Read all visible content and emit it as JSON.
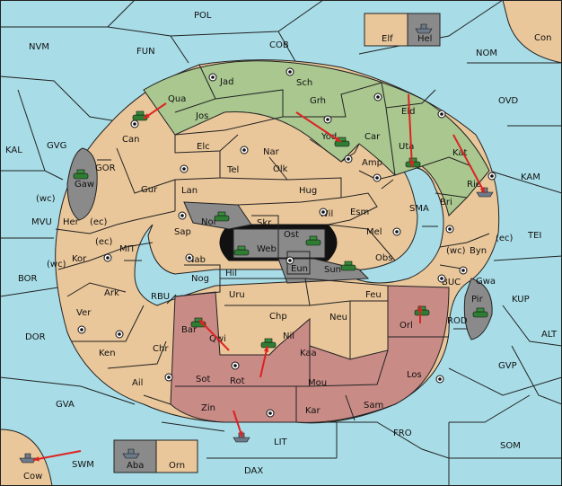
{
  "title": "",
  "colors": {
    "sea": "#a8dde8",
    "land": "#eac79a",
    "green": "#a9c78f",
    "rose": "#c98b86",
    "grey": "#8a8a8a",
    "orders": "#d22222"
  },
  "sea_labels": {
    "POL": "POL",
    "NVM": "NVM",
    "FUN": "FUN",
    "COB": "COB",
    "NOM": "NOM",
    "OVD": "OVD",
    "KAL": "KAL",
    "GVG": "GVG",
    "GOR": "GOR",
    "KAM": "KAM",
    "MVU": "MVU",
    "SMA": "SMA",
    "TEI": "TEI",
    "MIT": "MIT",
    "BOR": "BOR",
    "RBU": "RBU",
    "BUC": "BUC",
    "KUP": "KUP",
    "ROD": "ROD",
    "DOR": "DOR",
    "ALT": "ALT",
    "GVP": "GVP",
    "GVA": "GVA",
    "FRO": "FRO",
    "SOM": "SOM",
    "SWM": "SWM",
    "LIT": "LIT",
    "DAX": "DAX"
  },
  "land_labels": {
    "Con": "Con",
    "Elf": "Elf",
    "Hel": "Hel",
    "Jad": "Jad",
    "Sch": "Sch",
    "Qua": "Qua",
    "Jos": "Jos",
    "Grh": "Grh",
    "Eld": "Eld",
    "Can": "Can",
    "Elc": "Elc",
    "Nar": "Nar",
    "Yod": "Yod",
    "Car": "Car",
    "Uta": "Uta",
    "Tel": "Tel",
    "Olk": "Olk",
    "Amp": "Amp",
    "Kat": "Kat",
    "Gaw": "Gaw",
    "Gur": "Gur",
    "Lan": "Lan",
    "Hug": "Hug",
    "Rie": "Rie",
    "Bri": "Bri",
    "Wil": "Wil",
    "Esm": "Esm",
    "Her": "Her",
    "Nor": "Nor",
    "Skr": "Skr",
    "Ost": "Ost",
    "Sap": "Sap",
    "Web": "Web",
    "Mel": "Mel",
    "Byn": "Byn",
    "Kor": "Kor",
    "Nab": "Nab",
    "Eun": "Eun",
    "Obs": "Obs",
    "Sun": "Sun",
    "Gwa": "Gwa",
    "Nog": "Nog",
    "Hil": "Hil",
    "Ark": "Ark",
    "Uru": "Uru",
    "Feu": "Feu",
    "Pir": "Pir",
    "Orl": "Orl",
    "Ver": "Ver",
    "Chp": "Chp",
    "Neu": "Neu",
    "Bar": "Bar",
    "Qwi": "Qwi",
    "Nil": "Nil",
    "Ken": "Ken",
    "Chr": "Chr",
    "Kaa": "Kaa",
    "Rot": "Rot",
    "Los": "Los",
    "Ail": "Ail",
    "Sot": "Sot",
    "Mou": "Mou",
    "Zin": "Zin",
    "Kar": "Kar",
    "Sam": "Sam",
    "Cow": "Cow",
    "Aba": "Aba",
    "Orn": "Orn"
  },
  "coast_tags": {
    "wc1": "(wc)",
    "ec1": "(ec)",
    "ec2": "(ec)",
    "wc2": "(wc)",
    "wc3": "(wc)",
    "ec3": "(ec)"
  },
  "icons": {
    "army": "army-icon",
    "fleet": "fleet-icon",
    "supply": "supply-center-icon",
    "order": "move-order-arrow"
  }
}
